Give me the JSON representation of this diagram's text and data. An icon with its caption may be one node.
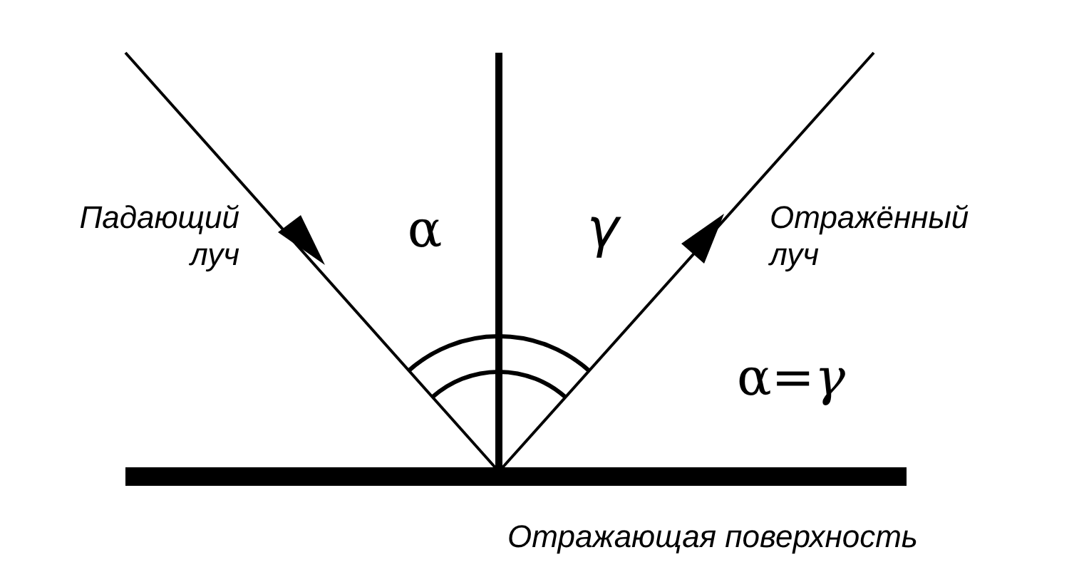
{
  "diagram": {
    "labels": [
      "Падающий луч",
      "α",
      "γ",
      "Отражённый луч",
      "α=*γ*",
      "Отражающая поверхность"
    ]
  }
}
